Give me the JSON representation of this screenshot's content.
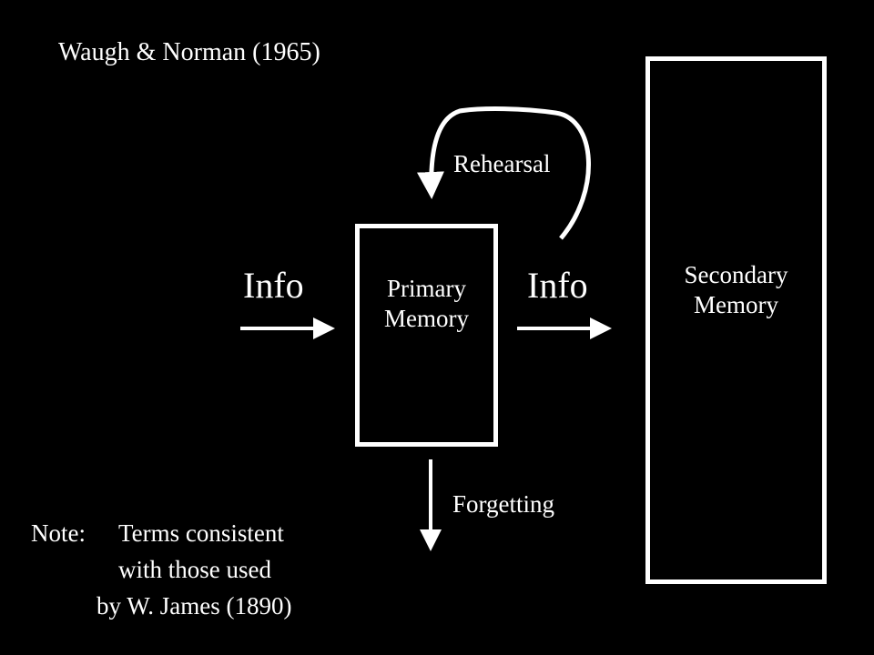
{
  "title": "Waugh & Norman (1965)",
  "primary_memory": {
    "line1": "Primary",
    "line2": "Memory"
  },
  "secondary_memory": {
    "line1": "Secondary",
    "line2": "Memory"
  },
  "info_in_label": "Info",
  "info_out_label": "Info",
  "rehearsal_label": "Rehearsal",
  "forgetting_label": "Forgetting",
  "note": {
    "head": "Note:",
    "line1": "Terms consistent",
    "line2": "with those used",
    "line3": "by W. James (1890)"
  },
  "colors": {
    "background": "#000000",
    "foreground": "#ffffff"
  }
}
